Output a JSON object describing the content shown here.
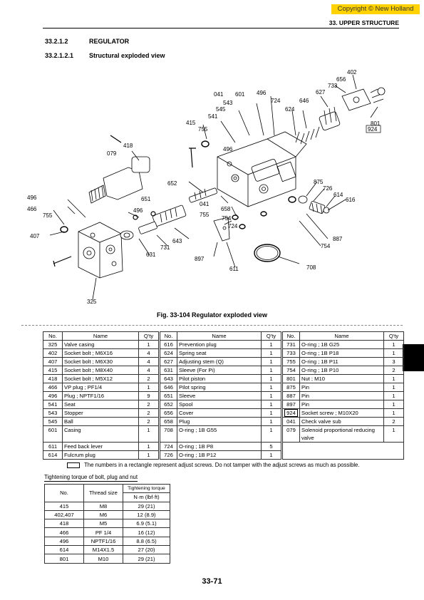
{
  "header": {
    "copyright": "Copyright © New Holland",
    "section": "33. UPPER STRUCTURE"
  },
  "sections": {
    "s1_num": "33.2.1.2",
    "s1_title": "REGULATOR",
    "s2_num": "33.2.1.2.1",
    "s2_title": "Structural exploded view"
  },
  "diagram": {
    "callouts": [
      "402",
      "656",
      "733",
      "627",
      "646",
      "041",
      "601",
      "496",
      "724",
      "624",
      "543",
      "545",
      "541",
      "415",
      "755",
      "801",
      "924",
      "496",
      "418",
      "079",
      "652",
      "875",
      "726",
      "614",
      "616",
      "496",
      "651",
      "041",
      "466",
      "658",
      "755",
      "755",
      "754",
      "496",
      "724",
      "407",
      "887",
      "643",
      "754",
      "731",
      "631",
      "897",
      "708",
      "611",
      "325"
    ]
  },
  "figure_caption": "Fig. 33-104 Regulator exploded view",
  "parts_table": {
    "headers": [
      "No.",
      "Name",
      "Q'ty",
      "No.",
      "Name",
      "Q'ty",
      "No.",
      "Name",
      "Q'ty"
    ],
    "rows": [
      [
        "325",
        "Valve casing",
        "1",
        "616",
        "Prevention plug",
        "1",
        "731",
        "O-ring ; 1B G25",
        "1"
      ],
      [
        "402",
        "Socket bolt ; M6X16",
        "4",
        "624",
        "Spring seat",
        "1",
        "733",
        "O-ring ; 1B P18",
        "1"
      ],
      [
        "407",
        "Socket bolt ; M6X30",
        "4",
        "627",
        "Adjusting stem (Q)",
        "1",
        "755",
        "O-ring ; 1B P11",
        "3"
      ],
      [
        "415",
        "Socket bolt ; M8X40",
        "4",
        "631",
        "Sleeve (For Pi)",
        "1",
        "754",
        "O-ring ; 1B P10",
        "2"
      ],
      [
        "418",
        "Socket bolt ; M5X12",
        "2",
        "643",
        "Pilot piston",
        "1",
        "801",
        "Nut ; M10",
        "1"
      ],
      [
        "466",
        "VP plug ; PF1/4",
        "1",
        "646",
        "Pilot spring",
        "1",
        "875",
        "Pin",
        "1"
      ],
      [
        "496",
        "Plug ; NPTF1/16",
        "9",
        "651",
        "Sleeve",
        "1",
        "887",
        "Pin",
        "1"
      ],
      [
        "541",
        "Seat",
        "2",
        "652",
        "Spool",
        "1",
        "897",
        "Pin",
        "1"
      ],
      [
        "543",
        "Stopper",
        "2",
        "656",
        "Cover",
        "1",
        "924",
        "Socket screw ; M10X20",
        "1"
      ],
      [
        "545",
        "Ball",
        "2",
        "658",
        "Plug",
        "1",
        "041",
        "Check valve sub",
        "2"
      ],
      [
        "601",
        "Casing",
        "1",
        "708",
        "O-ring ; 1B G55",
        "1",
        "079",
        "Solenoid proportional reducing valve",
        "1"
      ],
      [
        "611",
        "Feed back lever",
        "1",
        "724",
        "O-ring ; 1B P8",
        "5",
        "",
        "",
        ""
      ],
      [
        "614",
        "Fulcrum plug",
        "1",
        "726",
        "O-ring ; 1B P12",
        "1",
        "",
        "",
        ""
      ]
    ]
  },
  "note": "The numbers in a rectangle represent adjust screws. Do not tamper with the adjust screws as much as possible.",
  "torque": {
    "title": "Tightening torque of bolt, plug and nut",
    "col_no": "No.",
    "col_thread": "Thread size",
    "col_torque": "Tightening torque",
    "col_unit": "N·m (lbf·ft)",
    "rows": [
      [
        "415",
        "M8",
        "29 (21)"
      ],
      [
        "402,407",
        "M6",
        "12 (8.9)"
      ],
      [
        "418",
        "M5",
        "6.9 (5.1)"
      ],
      [
        "466",
        "PF 1/4",
        "16 (12)"
      ],
      [
        "496",
        "NPTF1/16",
        "8.8 (6.5)"
      ],
      [
        "614",
        "M14X1.5",
        "27 (20)"
      ],
      [
        "801",
        "M10",
        "29 (21)"
      ]
    ]
  },
  "page_number": "33-71"
}
